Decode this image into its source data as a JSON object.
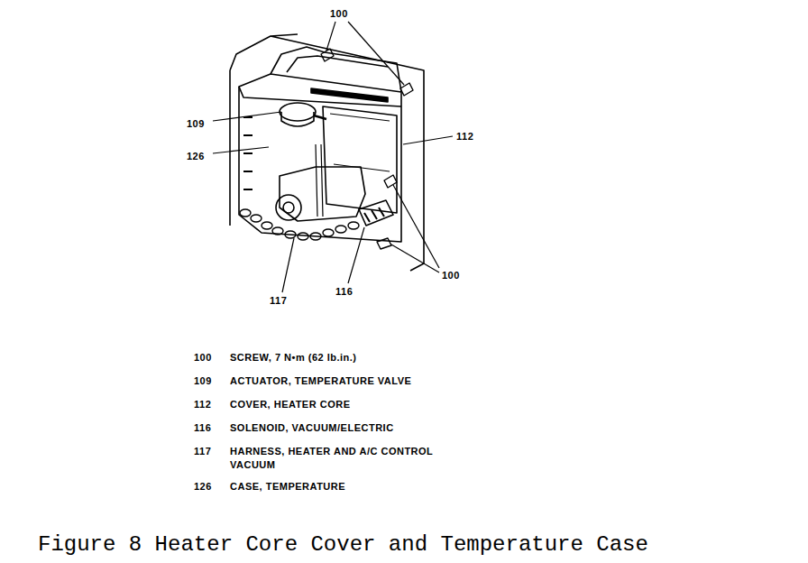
{
  "diagram": {
    "caption": "Figure 8 Heater Core Cover and Temperature Case",
    "labels": [
      "100",
      "109",
      "126",
      "112",
      "100",
      "117",
      "116",
      "100",
      "SCREW, 7 N•m (62 lb.in.)",
      "109",
      "ACTUATOR, TEMPERATURE VALVE",
      "112",
      "COVER, HEATER CORE",
      "116",
      "SOLENOID, VACUUM/ELECTRIC",
      "117",
      "HARNESS, HEATER AND A/C CONTROL VACUUM",
      "126",
      "CASE, TEMPERATURE"
    ]
  }
}
